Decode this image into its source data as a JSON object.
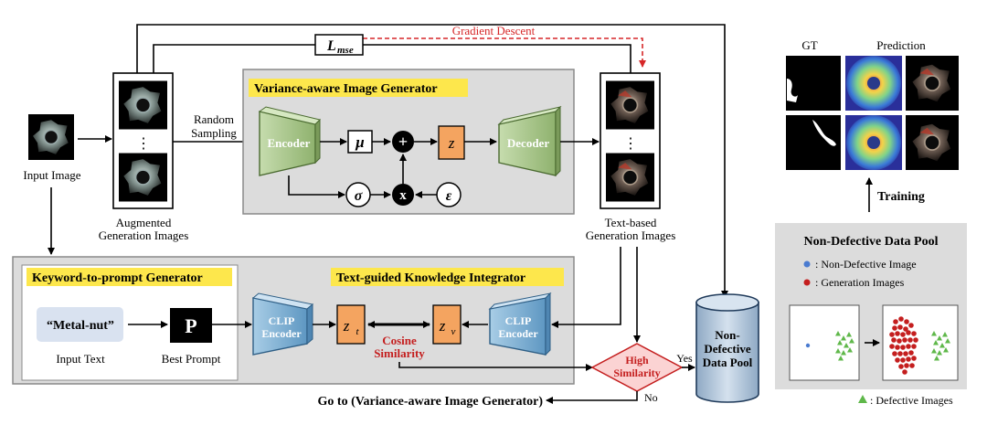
{
  "labels": {
    "input_image": "Input Image",
    "augmented": [
      "Augmented",
      "Generation Images"
    ],
    "random_sampling": [
      "Random",
      "Sampling"
    ],
    "lmse_main": "L",
    "lmse_sub": "mse",
    "gradient_descent": "Gradient Descent",
    "vaig_title": "Variance-aware Image Generator",
    "encoder": "Encoder",
    "decoder": "Decoder",
    "mu": "μ",
    "sigma": "σ",
    "epsilon": "ε",
    "z": "z",
    "plus": "+",
    "times": "x",
    "text_based": [
      "Text-based",
      "Generation Images"
    ],
    "dots": "⋮",
    "kpg_title": "Keyword-to-prompt Generator",
    "tgki_title": "Text-guided Knowledge Integrator",
    "metal_nut": "“Metal-nut”",
    "input_text": "Input Text",
    "prompt_letter": "P",
    "best_prompt": "Best Prompt",
    "clip_encoder": [
      "CLIP",
      "Encoder"
    ],
    "zt_main": "z",
    "zt_sub": "t",
    "zv_main": "z",
    "zv_sub": "v",
    "cosine": [
      "Cosine",
      "Similarity"
    ],
    "high_similarity": [
      "High",
      "Similarity"
    ],
    "yes": "Yes",
    "no": "No",
    "goto": "Go to (Variance-aware Image Generator)",
    "pool_cyl": [
      "Non-",
      "Defective",
      "Data Pool"
    ],
    "gt": "GT",
    "prediction": "Prediction",
    "training": "Training",
    "pool_title": "Non-Defective Data Pool",
    "legend_nondef": ": Non-Defective Image",
    "legend_gen": ": Generation Images",
    "legend_def": ": Defective Images"
  },
  "colors": {
    "highlight_yellow": "#fde74c",
    "latent_orange": "#f4a460",
    "encoder_green": "#a9c98a",
    "clip_blue": "#7fb3d5",
    "gradient_red": "#d62728",
    "similarity_pink": "#fbd3d3",
    "cylinder_blue": "#b9cde0",
    "panel_gray": "#dcdcdc",
    "defective_green": "#5fb84a",
    "generation_red": "#c41e1e",
    "nondefective_blue": "#4a7bd0"
  }
}
